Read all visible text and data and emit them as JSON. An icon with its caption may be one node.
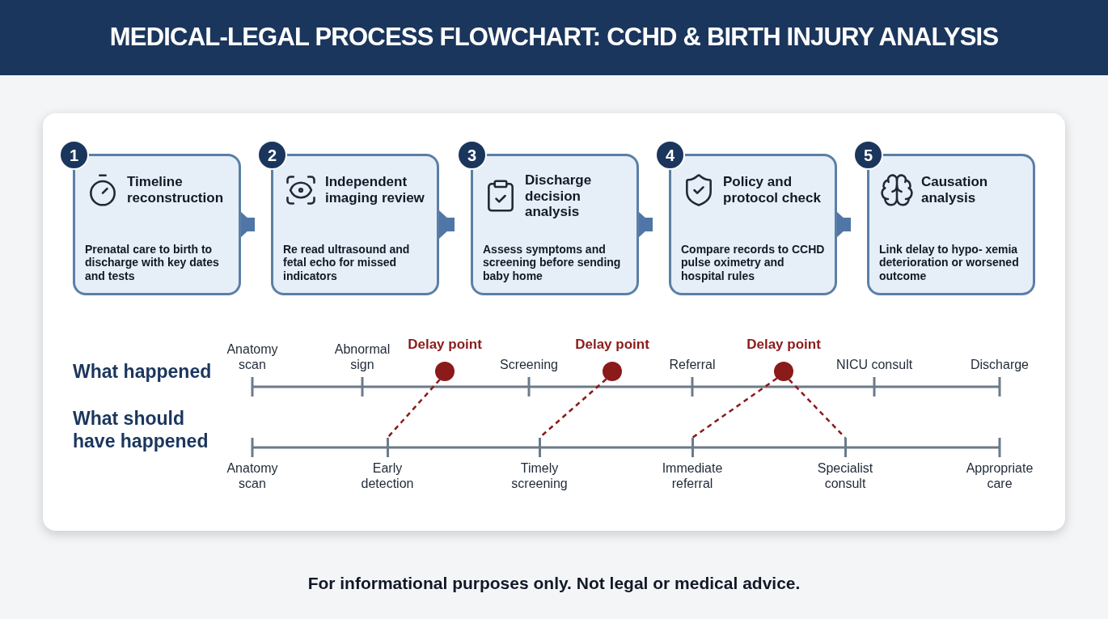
{
  "diagram": {
    "title": "MEDICAL-LEGAL PROCESS FLOWCHART: CCHD & BIRTH INJURY ANALYSIS",
    "caption": "For informational purposes only. Not legal or medical advice.",
    "nodes": [
      {
        "text": [
          "1",
          "Timeline reconstruction",
          "Prenatal care to birth to discharge with key dates and tests"
        ]
      },
      {
        "text": [
          "2",
          "Independent imaging review",
          "Re read ultrasound and fetal echo for missed indicators"
        ]
      },
      {
        "text": [
          "3",
          "Discharge decision analysis",
          "Assess symptoms and screening before sending baby home"
        ]
      },
      {
        "text": [
          "4",
          "Policy and protocol check",
          "Compare records to CCHD pulse oximetry and hospital rules"
        ]
      },
      {
        "text": [
          "5",
          "Causation analysis",
          "Link delay to hypo- xemia deterioration or worsened outcome"
        ]
      },
      {
        "text": [
          "Delay point"
        ]
      },
      {
        "text": [
          "Delay point"
        ]
      },
      {
        "text": [
          "Delay point"
        ]
      },
      {
        "text": [
          "Early detection"
        ]
      },
      {
        "text": [
          "Timely screening"
        ]
      },
      {
        "text": [
          "Immediate referral"
        ]
      },
      {
        "text": [
          "Specialist consult"
        ]
      }
    ],
    "edges": [
      {
        "from": 0,
        "to": 1,
        "arrow": "to",
        "style": "thick"
      },
      {
        "from": 1,
        "to": 2,
        "arrow": "to",
        "style": "thick"
      },
      {
        "from": 2,
        "to": 3,
        "arrow": "to",
        "style": "thick"
      },
      {
        "from": 3,
        "to": 4,
        "arrow": "to",
        "style": "thick"
      },
      {
        "from": 5,
        "to": 8,
        "arrow": "none",
        "style": "dashed",
        "color": "#8b1a1a"
      },
      {
        "from": 6,
        "to": 9,
        "arrow": "none",
        "style": "dashed",
        "color": "#8b1a1a"
      },
      {
        "from": 7,
        "to": 10,
        "arrow": "none",
        "style": "dashed",
        "color": "#8b1a1a"
      },
      {
        "from": 7,
        "to": 11,
        "arrow": "none",
        "style": "dashed",
        "color": "#8b1a1a"
      }
    ],
    "labels": [
      "What happened",
      "Anatomy scan",
      "Abnormal sign",
      "Screening",
      "Referral",
      "NICU consult",
      "Discharge",
      "What should have happened",
      "Anatomy scan",
      "Appropriate care"
    ]
  }
}
